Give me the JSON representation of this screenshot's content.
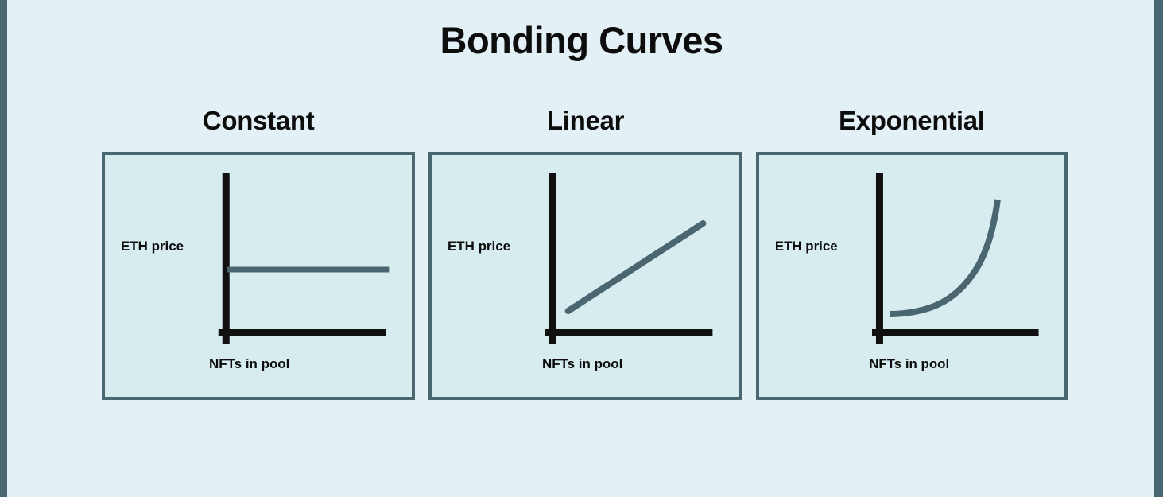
{
  "page": {
    "title": "Bonding Curves",
    "background_color": "#e3f1f7",
    "edge_bar_color": "#4a6670"
  },
  "theme": {
    "panel_fill": "#d6ecef",
    "panel_border": "#4a6670",
    "curve_color": "#4a6670",
    "axis_color": "#101010",
    "text_color": "#0d0d0d"
  },
  "panels": [
    {
      "heading": "Constant",
      "y_axis_label": "ETH price",
      "x_axis_label": "NFTs in pool",
      "curve_type": "constant"
    },
    {
      "heading": "Linear",
      "y_axis_label": "ETH price",
      "x_axis_label": "NFTs in pool",
      "curve_type": "linear"
    },
    {
      "heading": "Exponential",
      "y_axis_label": "ETH price",
      "x_axis_label": "NFTs in pool",
      "curve_type": "exponential"
    }
  ],
  "chart_data": [
    {
      "type": "line",
      "title": "Constant",
      "xlabel": "NFTs in pool",
      "ylabel": "ETH price",
      "xlim": [
        0,
        10
      ],
      "ylim": [
        0,
        10
      ],
      "grid": false,
      "legend": "none",
      "axes_ticks": false,
      "series": [
        {
          "name": "constant",
          "x": [
            0.2,
            10
          ],
          "y": [
            4,
            4
          ]
        }
      ]
    },
    {
      "type": "line",
      "title": "Linear",
      "xlabel": "NFTs in pool",
      "ylabel": "ETH price",
      "xlim": [
        0,
        10
      ],
      "ylim": [
        0,
        10
      ],
      "grid": false,
      "legend": "none",
      "axes_ticks": false,
      "series": [
        {
          "name": "linear",
          "x": [
            1.2,
            9.6
          ],
          "y": [
            1.3,
            6.8
          ]
        }
      ]
    },
    {
      "type": "line",
      "title": "Exponential",
      "xlabel": "NFTs in pool",
      "ylabel": "ETH price",
      "xlim": [
        0,
        10
      ],
      "ylim": [
        0,
        10
      ],
      "grid": false,
      "legend": "none",
      "axes_ticks": false,
      "series": [
        {
          "name": "exponential",
          "x": [
            0.8,
            3.0,
            5.0,
            6.5,
            7.6,
            8.3
          ],
          "y": [
            1.1,
            1.3,
            2.1,
            3.4,
            5.4,
            8.0
          ]
        }
      ]
    }
  ]
}
